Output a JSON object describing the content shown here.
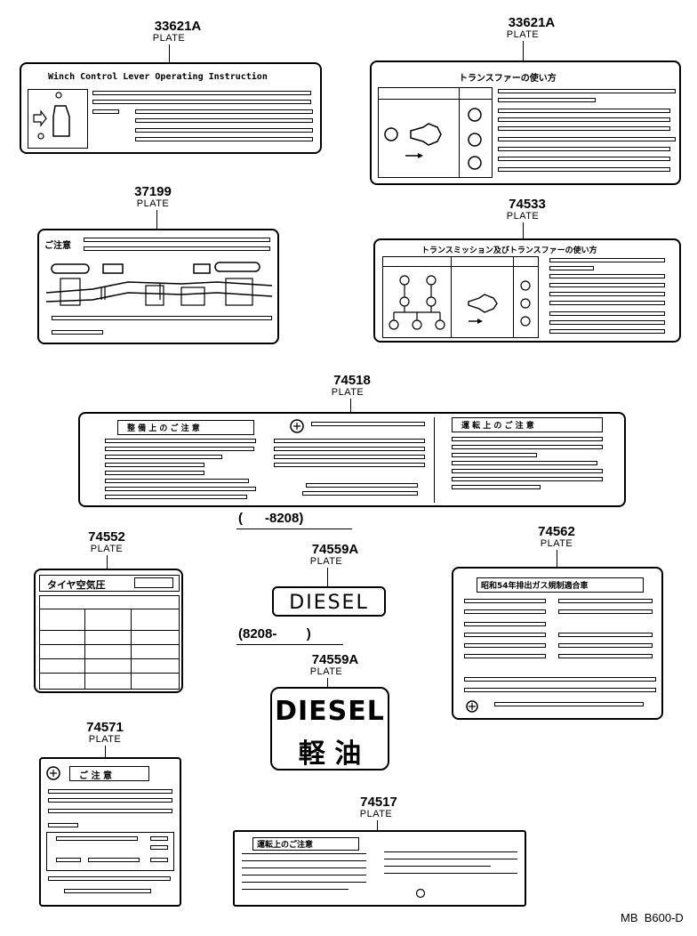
{
  "labels": {
    "p33621a_1": {
      "number": "33621A",
      "type": "PLATE"
    },
    "p33621a_2": {
      "number": "33621A",
      "type": "PLATE"
    },
    "p37199": {
      "number": "37199",
      "type": "PLATE"
    },
    "p74533": {
      "number": "74533",
      "type": "PLATE"
    },
    "p74518": {
      "number": "74518",
      "type": "PLATE"
    },
    "p74552": {
      "number": "74552",
      "type": "PLATE"
    },
    "p74559a_1": {
      "number": "74559A",
      "type": "PLATE"
    },
    "p74559a_2": {
      "number": "74559A",
      "type": "PLATE"
    },
    "p74562": {
      "number": "74562",
      "type": "PLATE"
    },
    "p74571": {
      "number": "74571",
      "type": "PLATE"
    },
    "p74517": {
      "number": "74517",
      "type": "PLATE"
    }
  },
  "plates": {
    "winch_title": "Winch Control  Lever  Operating  Instruction",
    "transfer_title": "トランスファーの使い方",
    "caution_37199": "ご注意",
    "trans_title": "トランスミッション及びトランスファーの使い方",
    "maint_caution": "整 備 上 の ご 注 意",
    "drive_caution": "運 転 上 の ご 注 意",
    "tire_title": "タイヤ空気圧",
    "diesel_text": "DIESEL",
    "keiyu_text": "軽 油",
    "emission_title": "昭和54年排出ガス規制適合車",
    "caution_74571": "ご 注 意",
    "drive_caution_74517": "運転上のご注意"
  },
  "date_ranges": {
    "before": "(      -8208)",
    "after": "(8208-        )"
  },
  "footer": {
    "code": "MB  B600-D"
  }
}
